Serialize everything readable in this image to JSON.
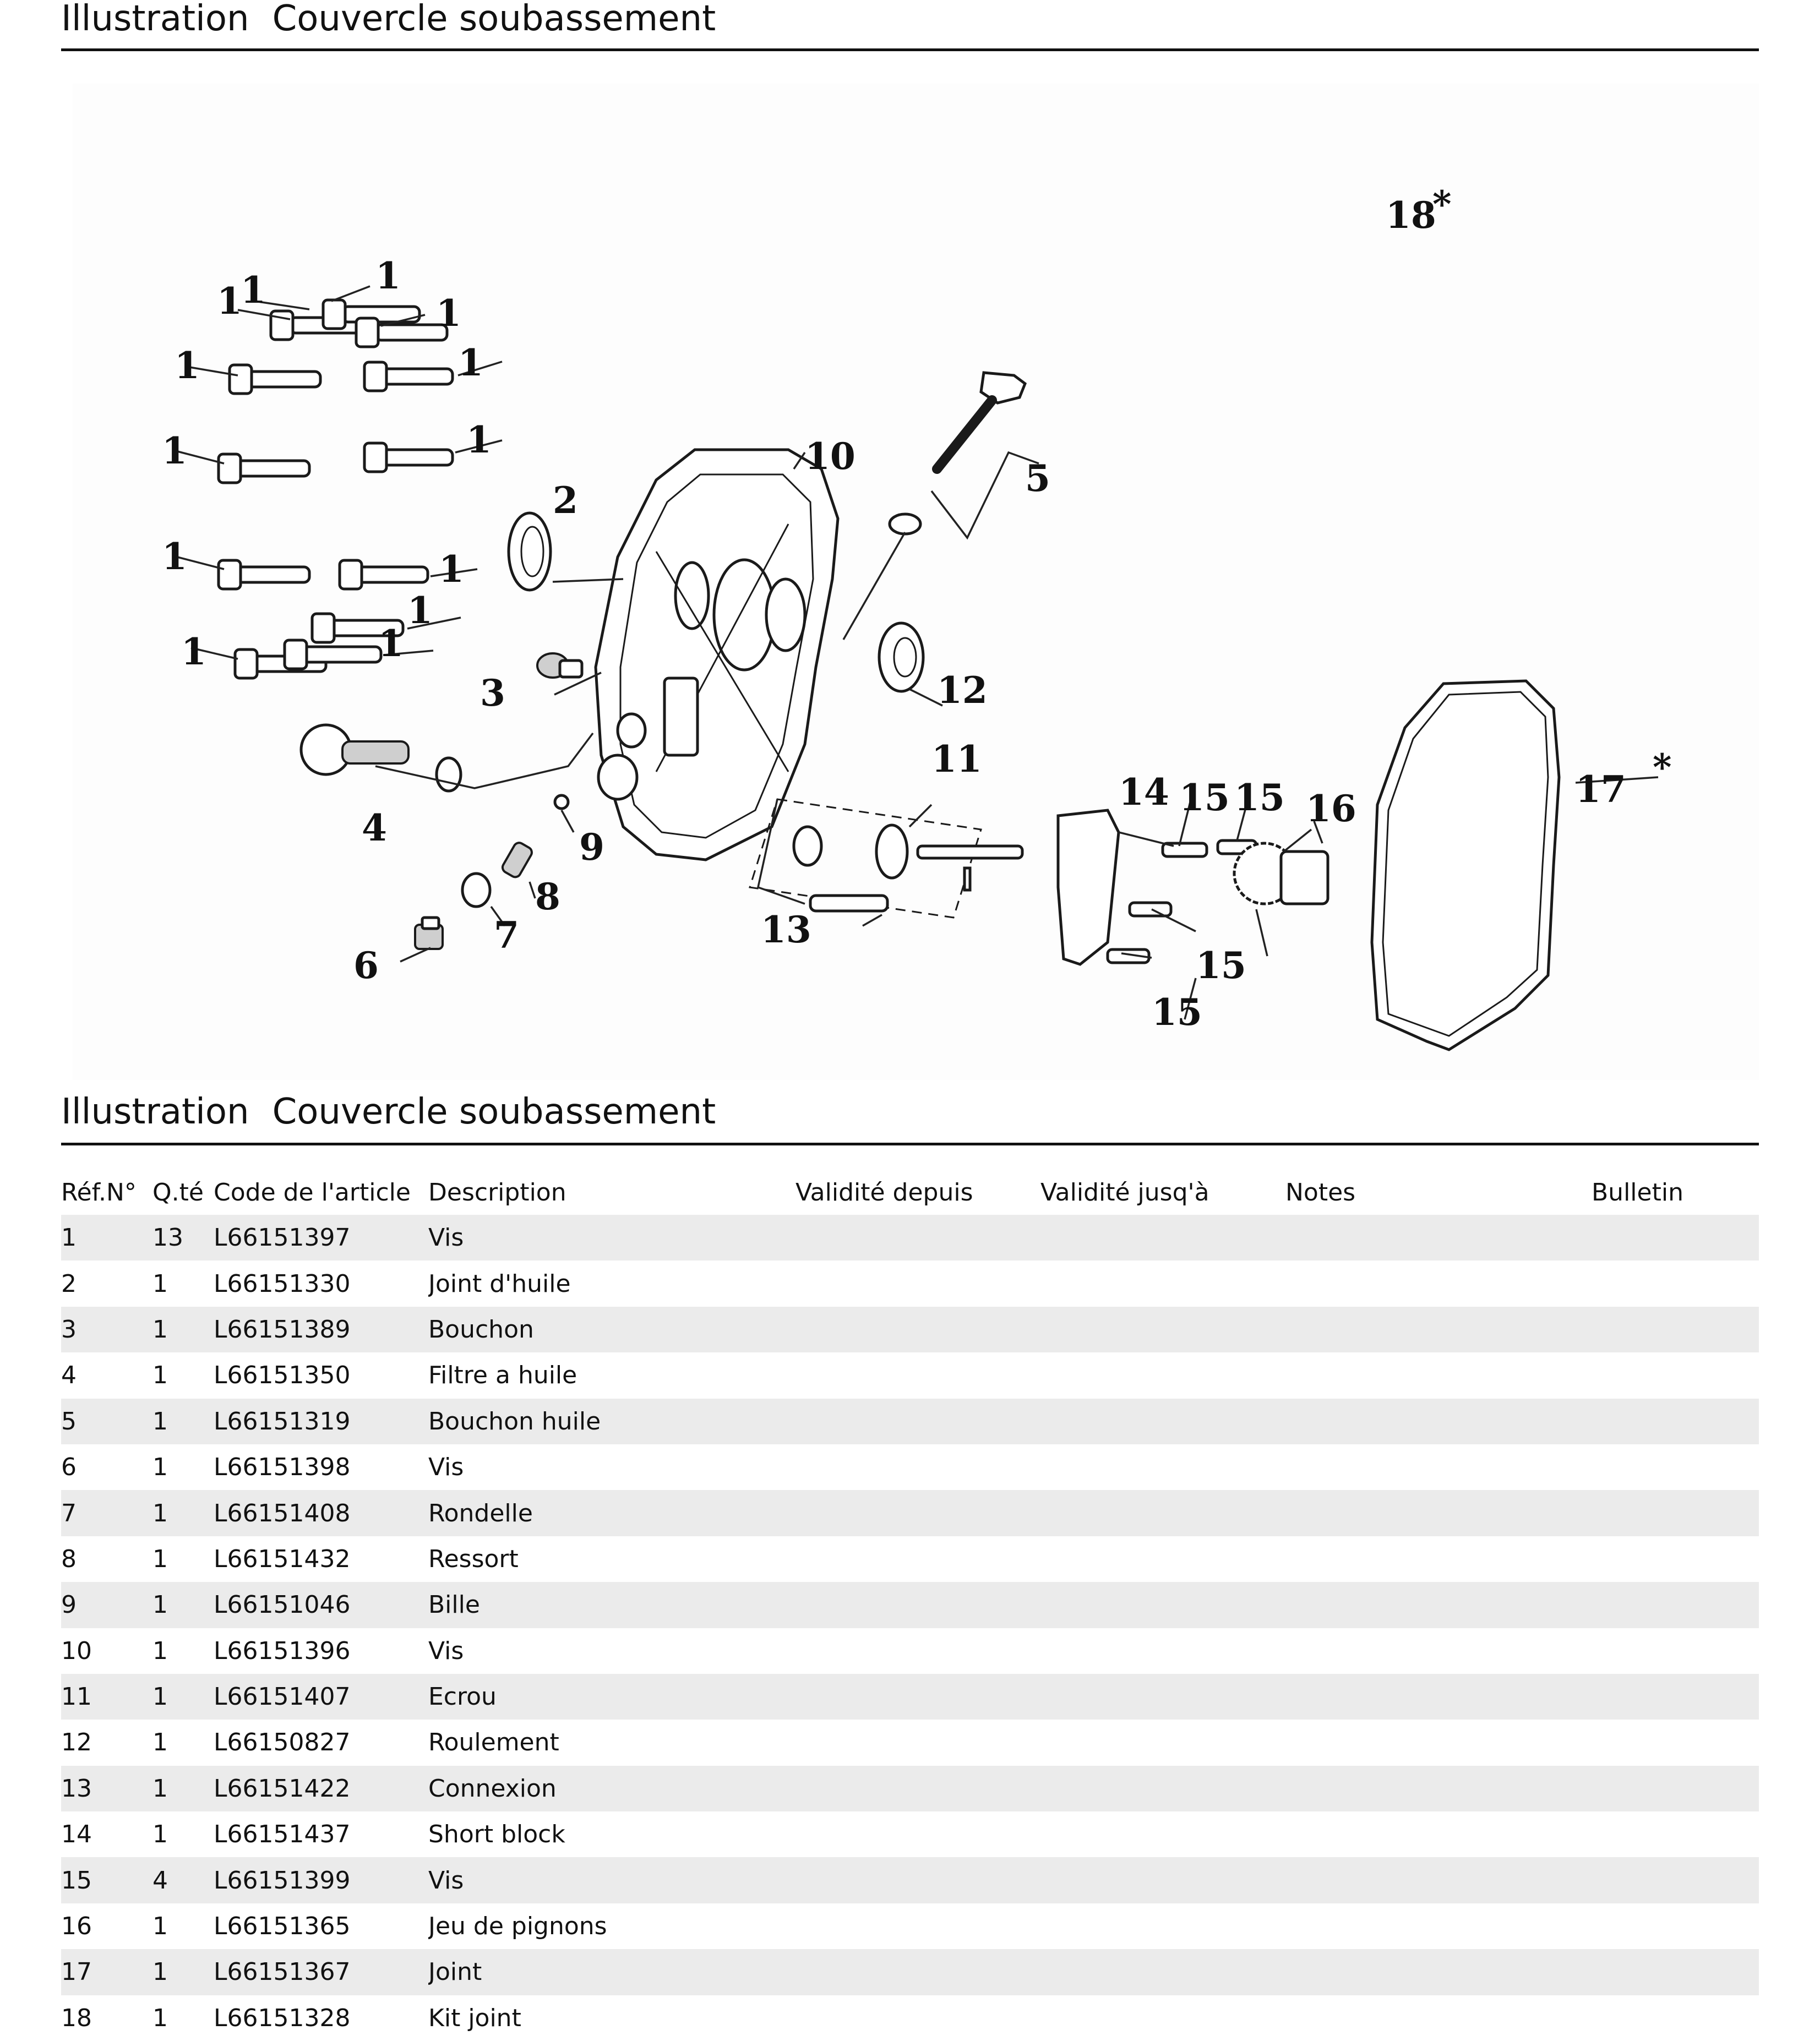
{
  "heading_top": {
    "label": "Illustration",
    "title": "Couvercle soubassement"
  },
  "heading_table": {
    "label": "Illustration",
    "title": "Couvercle soubassement"
  },
  "diagram": {
    "callouts": {
      "c1a": "1",
      "c1b": "1",
      "c1c": "1",
      "c1d": "1",
      "c1e": "1",
      "c1f": "1",
      "c1g": "1",
      "c1h": "1",
      "c1i": "1",
      "c1j": "1",
      "c1k": "1",
      "c1l": "1",
      "c1m": "1",
      "c2": "2",
      "c3": "3",
      "c4": "4",
      "c5": "5",
      "c6": "6",
      "c7": "7",
      "c8": "8",
      "c9": "9",
      "c10": "10",
      "c11": "11",
      "c12": "12",
      "c13": "13",
      "c14": "14",
      "c15a": "15",
      "c15b": "15",
      "c15c": "15",
      "c15d": "15",
      "c16": "16",
      "c17": "17",
      "c17star": "*",
      "c18": "18",
      "c18star": "*"
    }
  },
  "table": {
    "headers": {
      "ref": "Réf.N°",
      "qty": "Q.té",
      "code": "Code de l'article",
      "description": "Description",
      "valid_from": "Validité depuis",
      "valid_to": "Validité jusq'à",
      "notes": "Notes",
      "bulletin": "Bulletin"
    },
    "rows": [
      {
        "ref": "1",
        "qty": "13",
        "code": "L66151397",
        "description": "Vis"
      },
      {
        "ref": "2",
        "qty": "1",
        "code": "L66151330",
        "description": "Joint d'huile"
      },
      {
        "ref": "3",
        "qty": "1",
        "code": "L66151389",
        "description": "Bouchon"
      },
      {
        "ref": "4",
        "qty": "1",
        "code": "L66151350",
        "description": "Filtre a huile"
      },
      {
        "ref": "5",
        "qty": "1",
        "code": "L66151319",
        "description": "Bouchon huile"
      },
      {
        "ref": "6",
        "qty": "1",
        "code": "L66151398",
        "description": "Vis"
      },
      {
        "ref": "7",
        "qty": "1",
        "code": "L66151408",
        "description": "Rondelle"
      },
      {
        "ref": "8",
        "qty": "1",
        "code": "L66151432",
        "description": "Ressort"
      },
      {
        "ref": "9",
        "qty": "1",
        "code": "L66151046",
        "description": "Bille"
      },
      {
        "ref": "10",
        "qty": "1",
        "code": "L66151396",
        "description": "Vis"
      },
      {
        "ref": "11",
        "qty": "1",
        "code": "L66151407",
        "description": "Ecrou"
      },
      {
        "ref": "12",
        "qty": "1",
        "code": "L66150827",
        "description": "Roulement"
      },
      {
        "ref": "13",
        "qty": "1",
        "code": "L66151422",
        "description": "Connexion"
      },
      {
        "ref": "14",
        "qty": "1",
        "code": "L66151437",
        "description": "Short block"
      },
      {
        "ref": "15",
        "qty": "4",
        "code": "L66151399",
        "description": "Vis"
      },
      {
        "ref": "16",
        "qty": "1",
        "code": "L66151365",
        "description": "Jeu de pignons"
      },
      {
        "ref": "17",
        "qty": "1",
        "code": "L66151367",
        "description": "Joint"
      },
      {
        "ref": "18",
        "qty": "1",
        "code": "L66151328",
        "description": "Kit joint"
      }
    ]
  }
}
